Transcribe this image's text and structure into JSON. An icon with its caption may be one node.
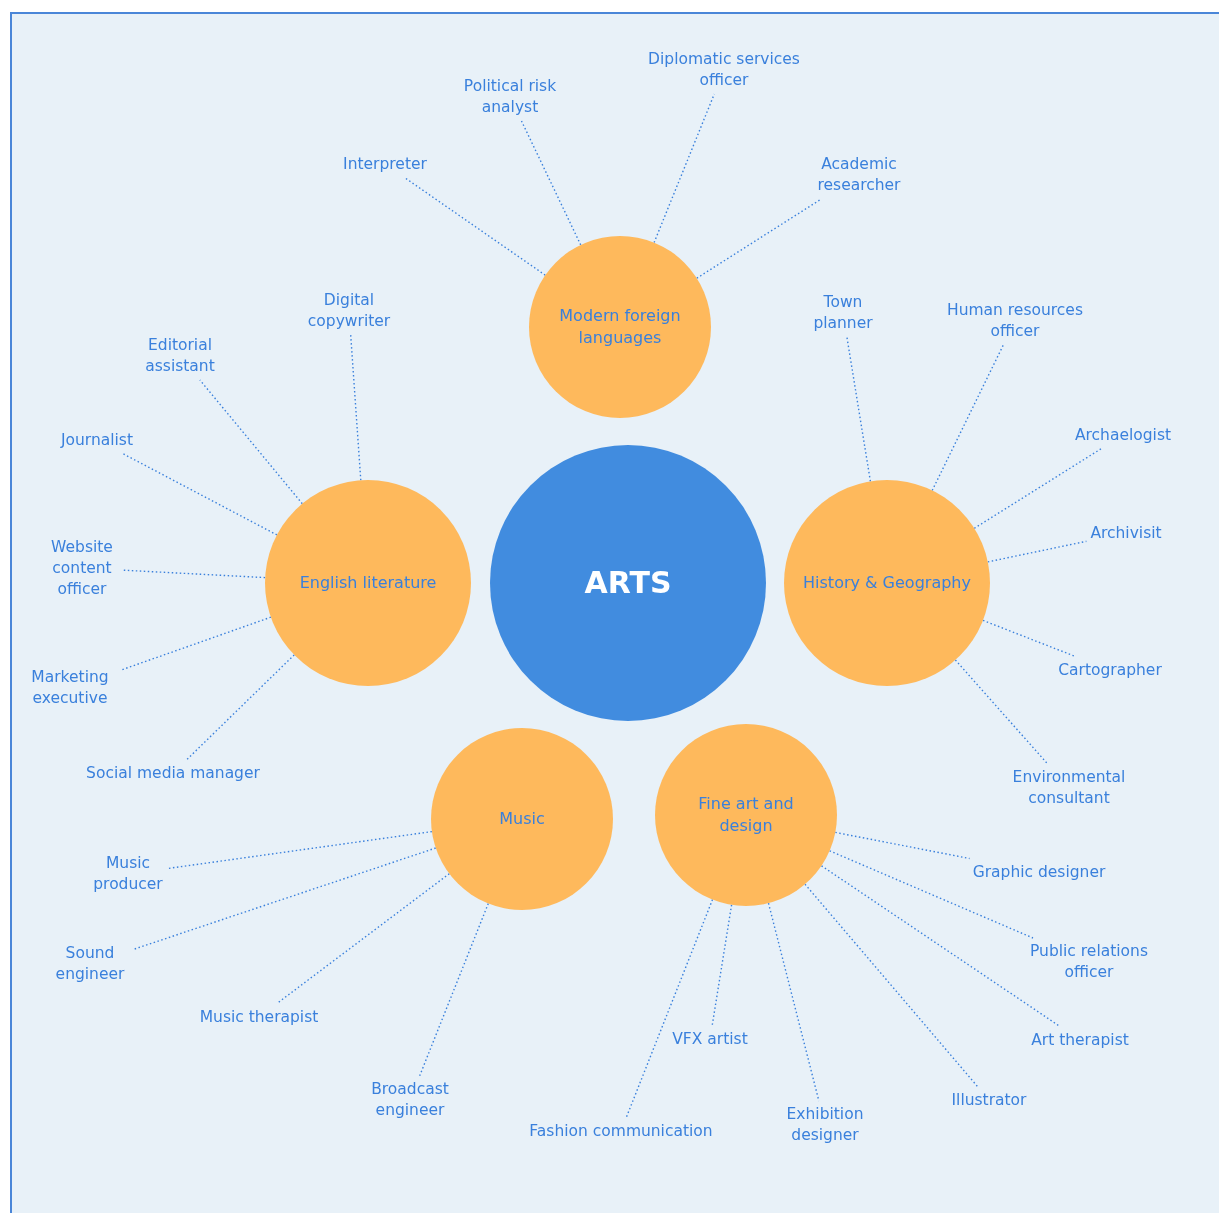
{
  "diagram": {
    "nodes": [
      {
        "text": [
          "ARTS"
        ]
      },
      {
        "text": [
          "Modern foreign languages"
        ]
      },
      {
        "text": [
          "Interpreter"
        ]
      },
      {
        "text": [
          "Political risk analyst"
        ]
      },
      {
        "text": [
          "Diplomatic services officer"
        ]
      },
      {
        "text": [
          "Academic researcher"
        ]
      },
      {
        "text": [
          "English literature"
        ]
      },
      {
        "text": [
          "Digital copywriter"
        ]
      },
      {
        "text": [
          "Editorial assistant"
        ]
      },
      {
        "text": [
          "Journalist"
        ]
      },
      {
        "text": [
          "Website content officer"
        ]
      },
      {
        "text": [
          "Marketing executive"
        ]
      },
      {
        "text": [
          "Social media manager"
        ]
      },
      {
        "text": [
          "History & Geography"
        ]
      },
      {
        "text": [
          "Town planner"
        ]
      },
      {
        "text": [
          "Human resources officer"
        ]
      },
      {
        "text": [
          "Archaelogist"
        ]
      },
      {
        "text": [
          "Archivisit"
        ]
      },
      {
        "text": [
          "Cartographer"
        ]
      },
      {
        "text": [
          "Environmental consultant"
        ]
      },
      {
        "text": [
          "Music"
        ]
      },
      {
        "text": [
          "Music producer"
        ]
      },
      {
        "text": [
          "Sound engineer"
        ]
      },
      {
        "text": [
          "Music therapist"
        ]
      },
      {
        "text": [
          "Broadcast engineer"
        ]
      },
      {
        "text": [
          "Fine art and design"
        ]
      },
      {
        "text": [
          "Graphic designer"
        ]
      },
      {
        "text": [
          "Public relations officer"
        ]
      },
      {
        "text": [
          "Art therapist"
        ]
      },
      {
        "text": [
          "Illustrator"
        ]
      },
      {
        "text": [
          "Exhibition designer"
        ]
      },
      {
        "text": [
          "VFX artist"
        ]
      },
      {
        "text": [
          "Fashion communication"
        ]
      }
    ],
    "edges": [
      {
        "from": 1,
        "to": 2,
        "arrow": "none"
      },
      {
        "from": 1,
        "to": 3,
        "arrow": "none"
      },
      {
        "from": 1,
        "to": 4,
        "arrow": "none"
      },
      {
        "from": 1,
        "to": 5,
        "arrow": "none"
      },
      {
        "from": 6,
        "to": 7,
        "arrow": "none"
      },
      {
        "from": 6,
        "to": 8,
        "arrow": "none"
      },
      {
        "from": 6,
        "to": 9,
        "arrow": "none"
      },
      {
        "from": 6,
        "to": 10,
        "arrow": "none"
      },
      {
        "from": 6,
        "to": 11,
        "arrow": "none"
      },
      {
        "from": 6,
        "to": 12,
        "arrow": "none"
      },
      {
        "from": 13,
        "to": 14,
        "arrow": "none"
      },
      {
        "from": 13,
        "to": 15,
        "arrow": "none"
      },
      {
        "from": 13,
        "to": 16,
        "arrow": "none"
      },
      {
        "from": 13,
        "to": 17,
        "arrow": "none"
      },
      {
        "from": 13,
        "to": 18,
        "arrow": "none"
      },
      {
        "from": 13,
        "to": 19,
        "arrow": "none"
      },
      {
        "from": 20,
        "to": 21,
        "arrow": "none"
      },
      {
        "from": 20,
        "to": 22,
        "arrow": "none"
      },
      {
        "from": 20,
        "to": 23,
        "arrow": "none"
      },
      {
        "from": 20,
        "to": 24,
        "arrow": "none"
      },
      {
        "from": 25,
        "to": 26,
        "arrow": "none"
      },
      {
        "from": 25,
        "to": 27,
        "arrow": "none"
      },
      {
        "from": 25,
        "to": 28,
        "arrow": "none"
      },
      {
        "from": 25,
        "to": 29,
        "arrow": "none"
      },
      {
        "from": 25,
        "to": 30,
        "arrow": "none"
      },
      {
        "from": 25,
        "to": 31,
        "arrow": "none"
      },
      {
        "from": 25,
        "to": 32,
        "arrow": "none"
      }
    ]
  }
}
